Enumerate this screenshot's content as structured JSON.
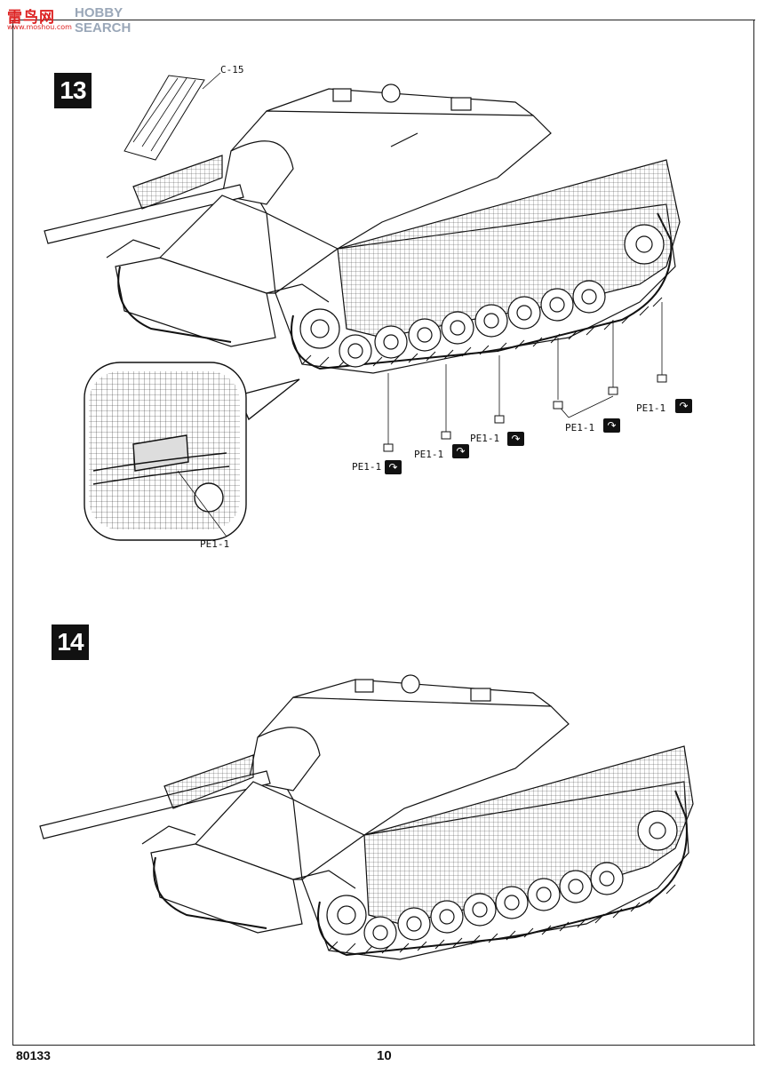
{
  "watermark": {
    "chinese": "雷鸟网",
    "search": "HOBBY SEARCH",
    "url": "www.moshou.com"
  },
  "steps": [
    {
      "number": "13",
      "callout_label": "C-15",
      "detail_label": "PE1-1",
      "pe_labels": [
        "PE1-1",
        "PE1-1",
        "PE1-1",
        "PE1-1",
        "PE1-1"
      ],
      "bend_icon": "bend-icon"
    },
    {
      "number": "14"
    }
  ],
  "footer": {
    "kit_number": "80133",
    "page_number": "10"
  },
  "colors": {
    "ink": "#111111",
    "watermark_red": "#dd2222",
    "watermark_gray": "#9aa7b8"
  }
}
